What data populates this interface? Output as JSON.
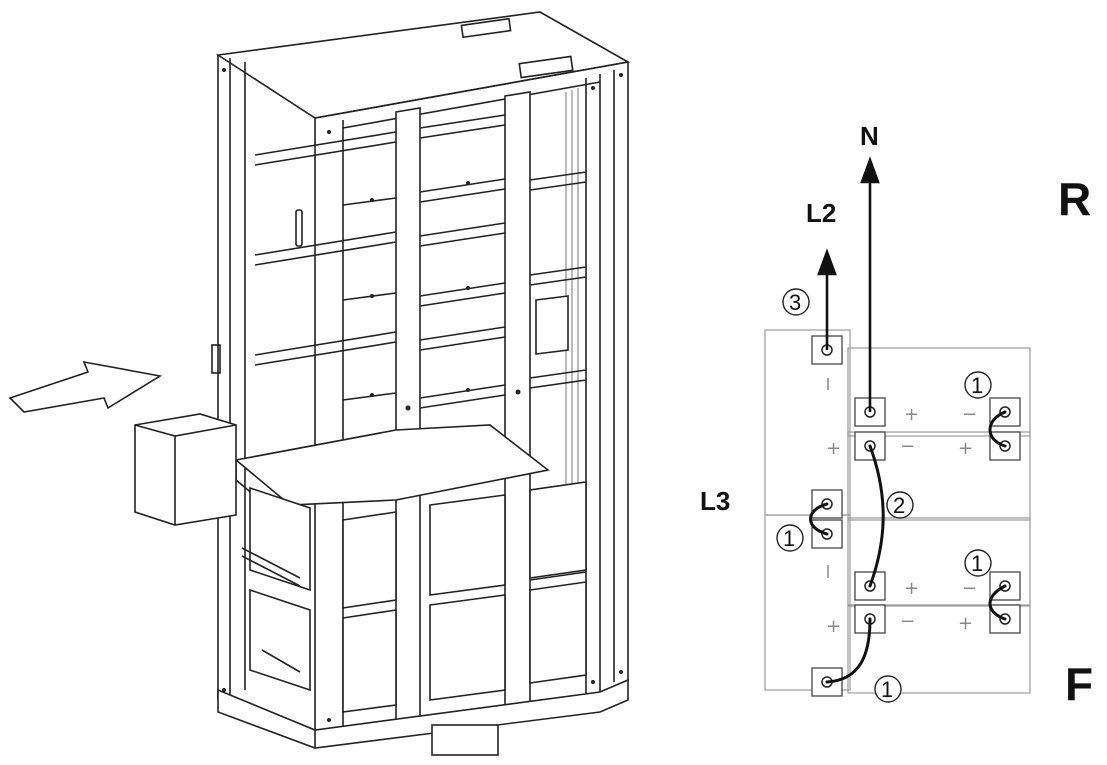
{
  "labels": {
    "n": "N",
    "l2": "L2",
    "l3": "L3",
    "r": "R",
    "f": "F"
  },
  "callouts": {
    "c1a": "1",
    "c1b": "1",
    "c1c": "1",
    "c1d": "1",
    "c2": "2",
    "c3": "3"
  },
  "terminal_signs": {
    "plus": "+",
    "minus": "−"
  },
  "colors": {
    "line": "#222222",
    "light": "#999999",
    "bg": "#ffffff"
  }
}
